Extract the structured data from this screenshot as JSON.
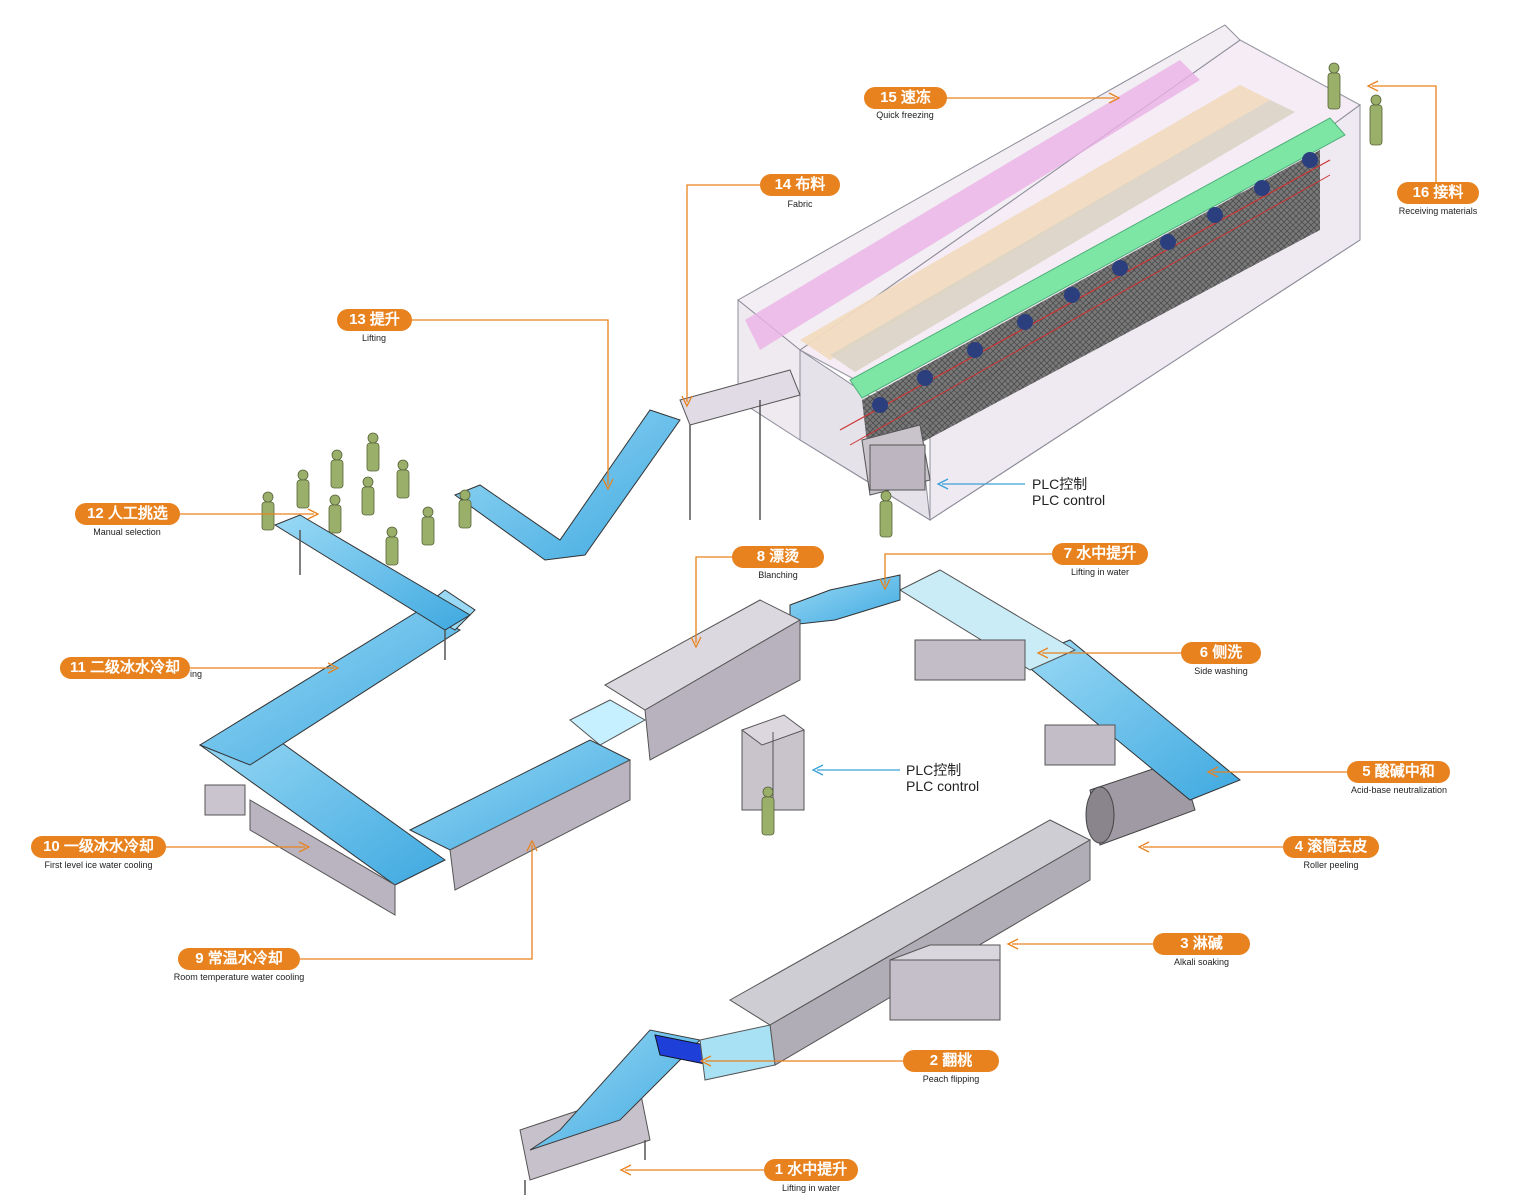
{
  "steps": [
    {
      "label": "1 水中提升",
      "sub": "Lifting in water"
    },
    {
      "label": "2 翻桃",
      "sub": "Peach flipping"
    },
    {
      "label": "3 淋碱",
      "sub": "Alkali soaking"
    },
    {
      "label": "4 滚筒去皮",
      "sub": "Roller peeling"
    },
    {
      "label": "5 酸碱中和",
      "sub": "Acid-base neutralization"
    },
    {
      "label": "6 侧洗",
      "sub": "Side washing"
    },
    {
      "label": "7 水中提升",
      "sub": "Lifting in water"
    },
    {
      "label": "8 漂烫",
      "sub": "Blanching"
    },
    {
      "label": "9 常温水冷却",
      "sub": "Room temperature water cooling"
    },
    {
      "label": "10 一级冰水冷却",
      "sub": "First level ice water cooling"
    },
    {
      "label": "11 二级冰水冷却",
      "sub": "ing"
    },
    {
      "label": "12 人工挑选",
      "sub": "Manual selection"
    },
    {
      "label": "13 提升",
      "sub": "Lifting"
    },
    {
      "label": "14 布料",
      "sub": "Fabric"
    },
    {
      "label": "15 速冻",
      "sub": "Quick freezing"
    },
    {
      "label": "16 接料",
      "sub": "Receiving materials"
    }
  ],
  "plc": [
    {
      "cn": "PLC控制",
      "en": "PLC control"
    },
    {
      "cn": "PLC控制",
      "en": "PLC control"
    }
  ],
  "colors": {
    "callout": "#e8821f",
    "plc_arrow": "#3aa0d8",
    "conveyor": "#5cc0ec",
    "frame": "#bdb5c4",
    "green_band": "#7de6a5",
    "pink_band": "#eab2e6",
    "worker": "#9ab06a"
  }
}
